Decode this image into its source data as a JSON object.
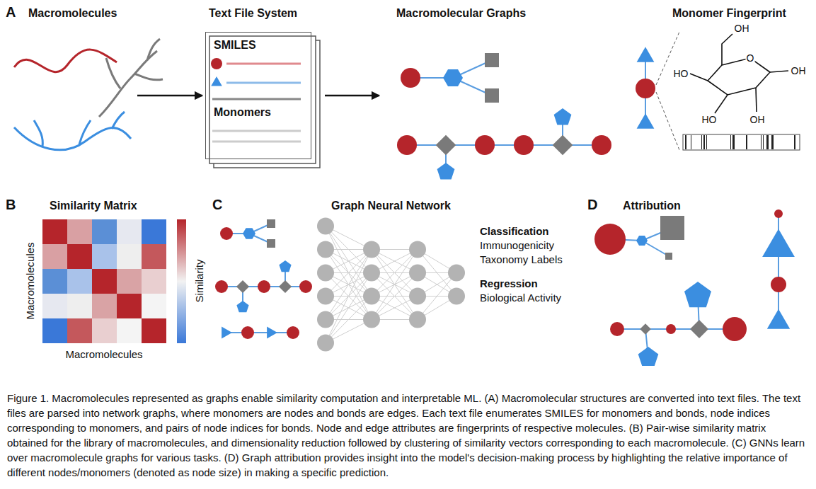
{
  "diagram": {
    "caption": "Figure 1. Macromolecules represented as graphs enable similarity computation and interpretable ML. (A) Macromolecular structures are converted into text files. The text files are parsed into network graphs, where monomers are nodes and bonds are edges. Each text file enumerates SMILES for monomers and bonds, node indices corresponding to monomers, and pairs of node indices for bonds. Node and edge attributes are fingerprints of respective molecules. (B) Pair-wise similarity matrix obtained for the library of macromolecules, and dimensionality reduction followed by clustering of similarity vectors corresponding to each macromolecule. (C) GNNs learn over macromolecule graphs for various tasks. (D) Graph attribution provides insight into the model's decision-making process by highlighting the relative importance of different nodes/monomers (denoted as node size) in making a specific prediction.",
    "nodes": [
      {
        "text": [
          "Macromolecules"
        ]
      },
      {
        "text": [
          "Text File System",
          "SMILES",
          "Monomers"
        ]
      },
      {
        "text": [
          "Macromolecular Graphs"
        ]
      }
    ],
    "edges": [
      {
        "from": 0,
        "to": 1,
        "arrow": "to"
      },
      {
        "from": 1,
        "to": 2,
        "arrow": "to"
      }
    ],
    "labels": [
      "A",
      "Monomer Fingerprint",
      "OH",
      "O",
      "OH",
      "HO",
      "HO",
      "OH",
      "B",
      "Similarity Matrix",
      "C",
      "Graph Neural Network",
      "D",
      "Attribution",
      "Macromolecules",
      "Similarity",
      "Classification",
      "Immunogenicity",
      "Taxonomy Labels",
      "Regression",
      "Biological Activity",
      "Macromolecules"
    ]
  }
}
